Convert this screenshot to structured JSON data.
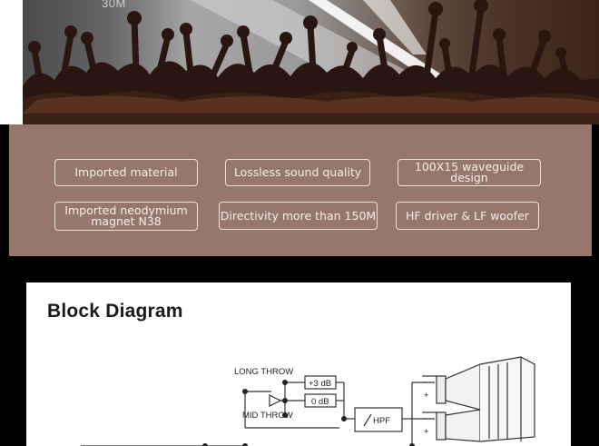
{
  "hero": {
    "caption": "30M"
  },
  "features": [
    {
      "label": "Imported material"
    },
    {
      "label": "Lossless sound quality"
    },
    {
      "label": "100X15 waveguide design"
    },
    {
      "label": "Imported neodymium magnet N38"
    },
    {
      "label": "Directivity more than 150M"
    },
    {
      "label": "HF driver & LF woofer"
    }
  ],
  "block_diagram": {
    "title": "Block Diagram",
    "long_throw_label": "LONG THROW",
    "mid_throw_label": "MID THROW",
    "gain_high": "+3 dB",
    "gain_low": "0 dB",
    "filter_label": "HPF",
    "plus_sign": "+",
    "minus_sign": "-"
  }
}
